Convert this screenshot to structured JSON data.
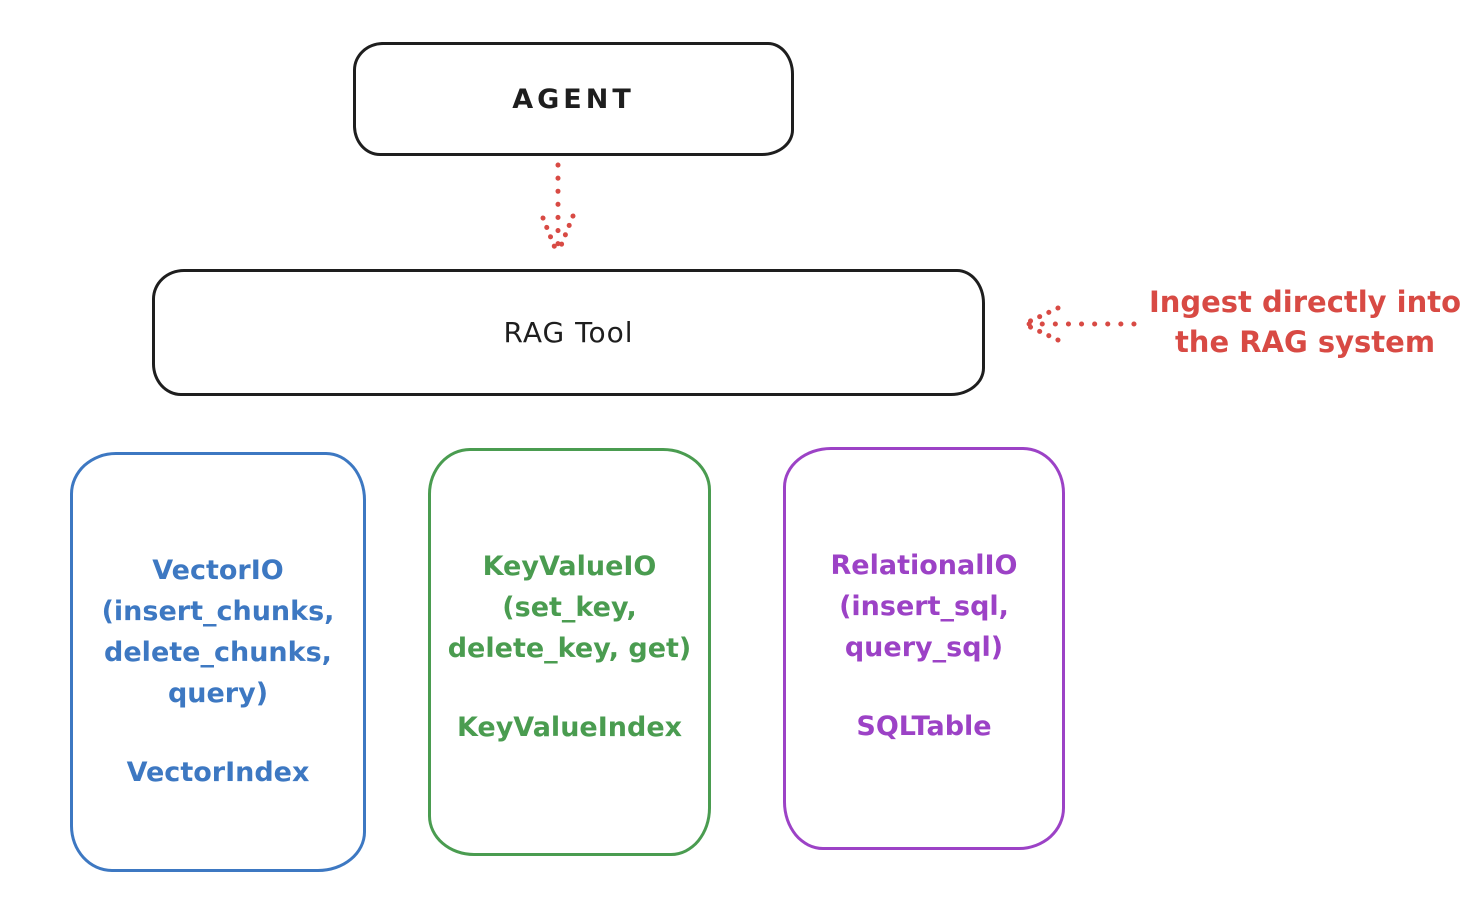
{
  "colors": {
    "black": "#1e1e1e",
    "red": "#d84a44",
    "blue": "#3d78c2",
    "green": "#4a9c50",
    "purple": "#9c42c6"
  },
  "agent": {
    "label": "AGENT"
  },
  "rag_tool": {
    "label": "RAG Tool"
  },
  "annotation": {
    "line1": "Ingest directly into",
    "line2": "the RAG system"
  },
  "backends": [
    {
      "title": "VectorIO",
      "method_lines": [
        "(insert_chunks,",
        "delete_chunks,",
        "query)"
      ],
      "index_label": "VectorIndex",
      "color": "#3d78c2"
    },
    {
      "title": "KeyValueIO",
      "method_lines": [
        "(set_key,",
        "delete_key, get)"
      ],
      "index_label": "KeyValueIndex",
      "color": "#4a9c50"
    },
    {
      "title": "RelationalIO",
      "method_lines": [
        "(insert_sql,",
        "query_sql)"
      ],
      "index_label": "SQLTable",
      "color": "#9c42c6"
    }
  ]
}
